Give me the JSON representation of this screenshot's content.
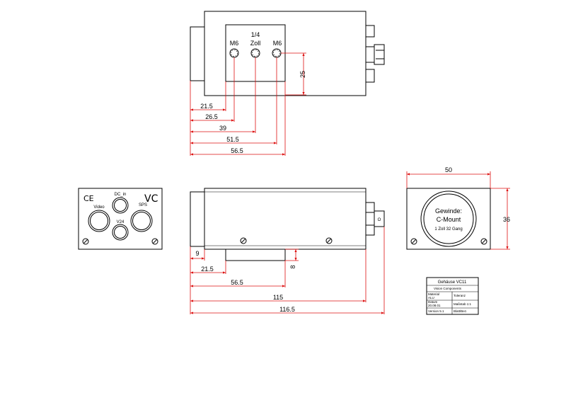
{
  "top_view": {
    "hole_labels": [
      "M6",
      "1/4",
      "Zoll",
      "M6"
    ],
    "dims": [
      "21.5",
      "26.5",
      "39",
      "51.5",
      "56.5",
      "25"
    ]
  },
  "connector_view": {
    "marks": [
      "CE",
      "VC"
    ],
    "labels": [
      "DC_in",
      "Video",
      "SPS",
      "V24"
    ]
  },
  "side_view": {
    "marks": [
      "O"
    ],
    "dims": [
      "9",
      "21.5",
      "8",
      "56.5",
      "115",
      "116.5"
    ]
  },
  "front_view": {
    "thread_lines": [
      "Gewinde:",
      "C-Mount",
      "1 Zoll 32 Gang"
    ],
    "dims": [
      "50",
      "36"
    ]
  },
  "title_block": {
    "title": "Gehäuse VC11",
    "company": "Vision Components",
    "r1": [
      "Material",
      "ALU",
      "Toleranz"
    ],
    "r2": [
      "Datum",
      "20.08.01",
      "Maßstab 1:1"
    ],
    "r3": [
      "Version 5.1",
      "Blatt/Bez."
    ]
  }
}
